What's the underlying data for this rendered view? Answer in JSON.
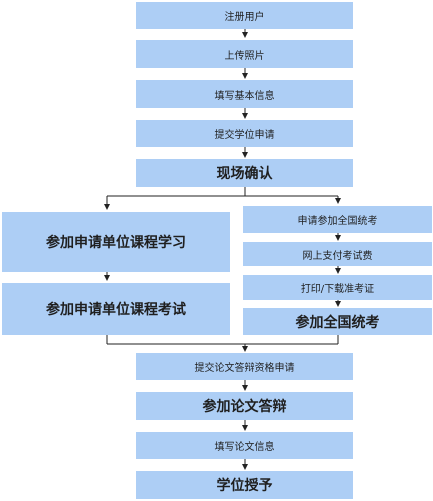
{
  "steps": {
    "register": "注册用户",
    "upload_photo": "上传照片",
    "fill_basic_info": "填写基本信息",
    "submit_degree_application": "提交学位申请",
    "onsite_confirmation": "现场确认"
  },
  "left_branch": {
    "course_study": "参加申请单位课程学习",
    "course_exam": "参加申请单位课程考试"
  },
  "right_branch": {
    "apply_national_exam": "申请参加全国统考",
    "pay_exam_fee_online": "网上支付考试费",
    "print_admission_ticket": "打印/下载准考证",
    "take_national_exam": "参加全国统考"
  },
  "final_steps": {
    "submit_defense_application": "提交论文答辩资格申请",
    "thesis_defense": "参加论文答辩",
    "fill_thesis_info": "填写论文信息",
    "degree_awarded": "学位授予"
  }
}
